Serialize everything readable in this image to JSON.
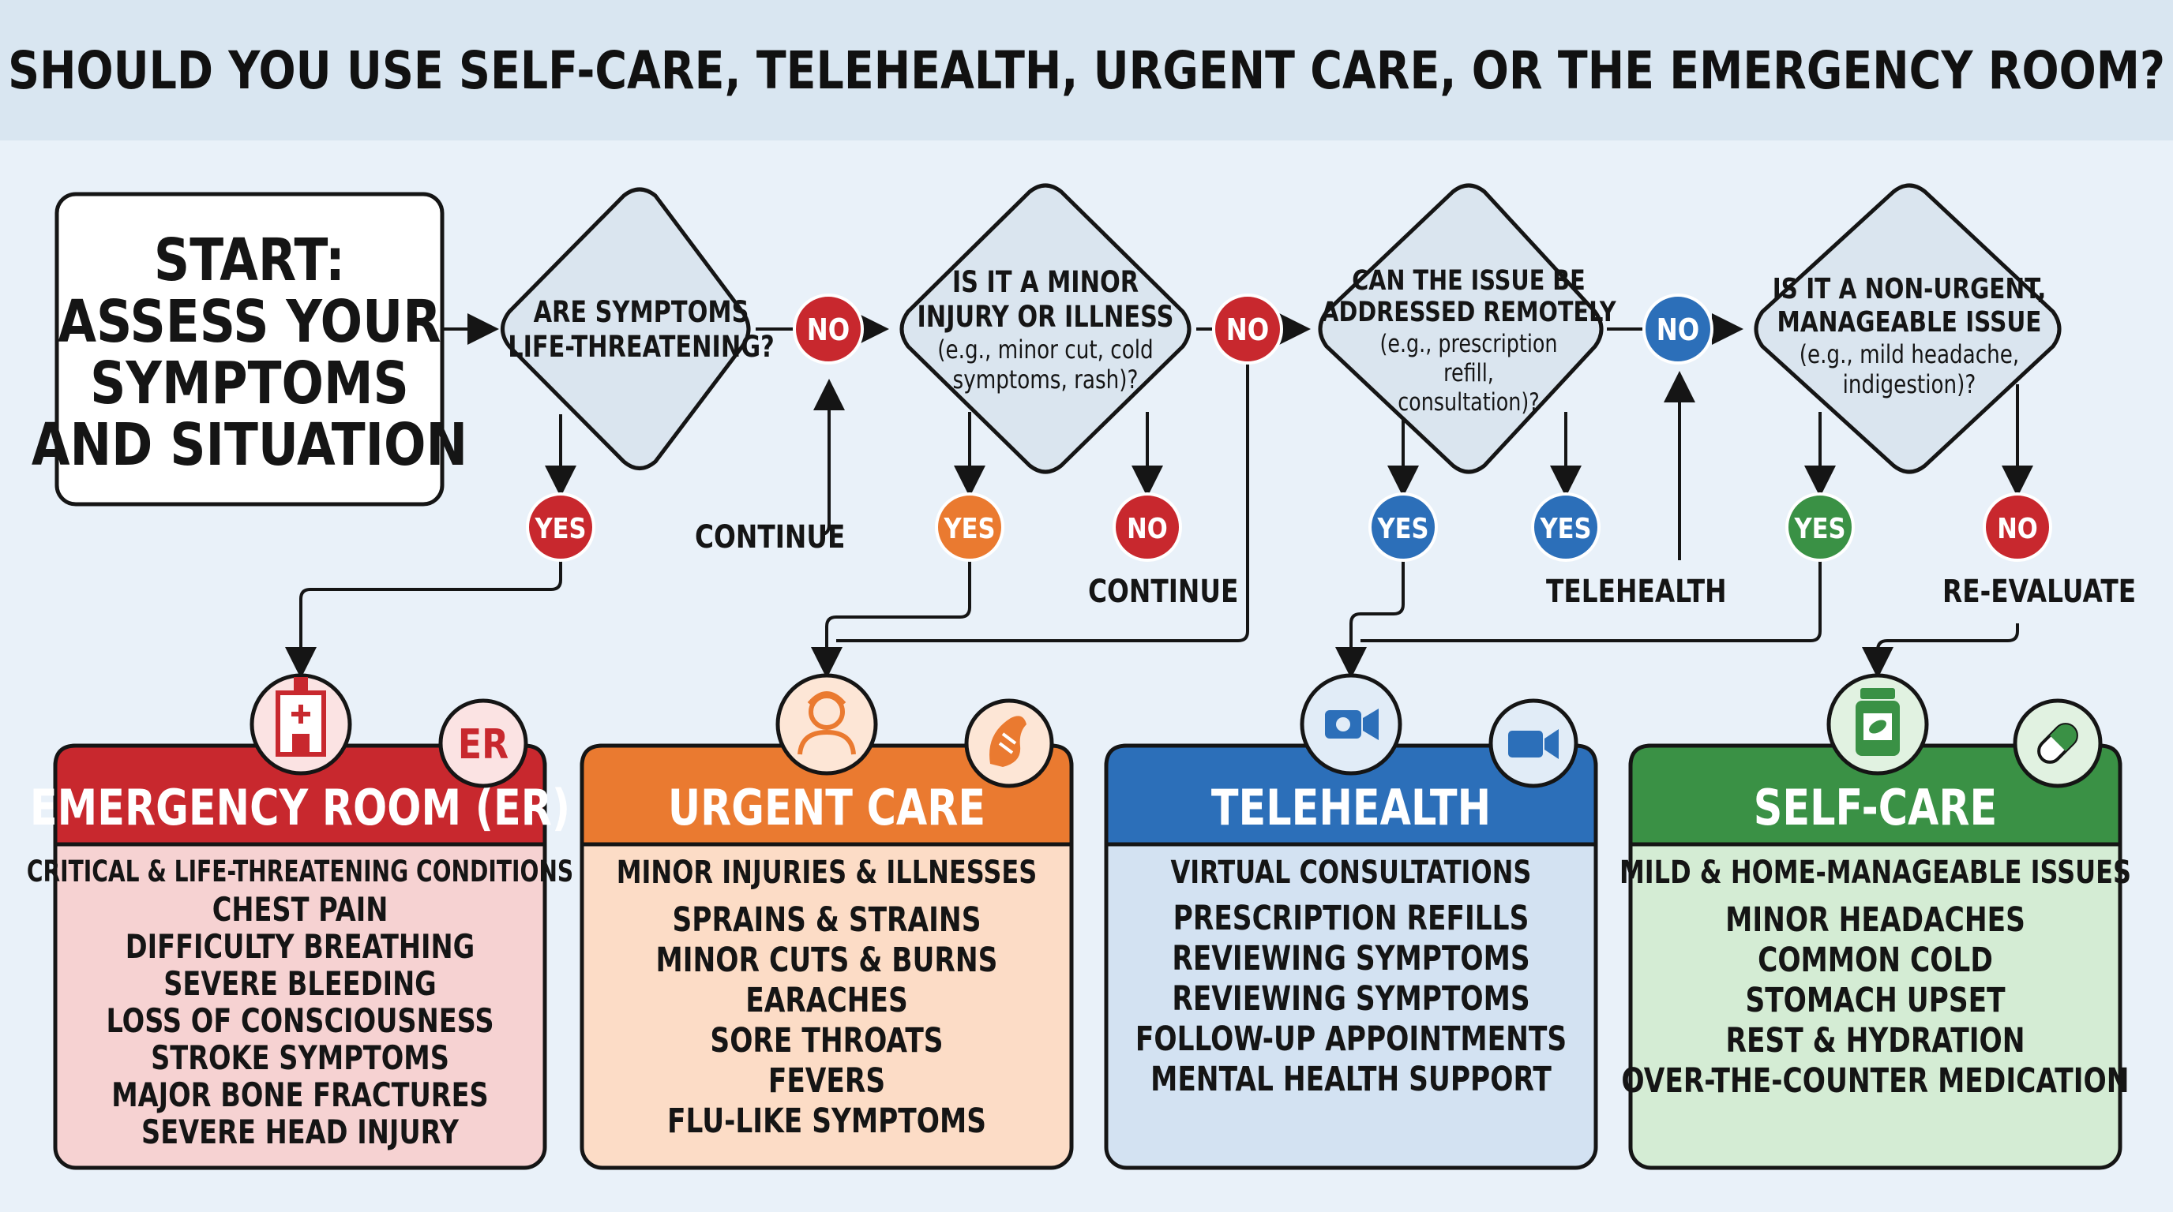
{
  "title": "SHOULD YOU USE SELF-CARE, TELEHEALTH, URGENT CARE, OR THE EMERGENCY ROOM?",
  "start": {
    "lines": [
      "START:",
      "ASSESS YOUR",
      "SYMPTOMS",
      "AND SITUATION"
    ]
  },
  "decisions": [
    {
      "lines": [
        "ARE SYMPTOMS",
        "LIFE-THREATENING?"
      ]
    },
    {
      "lines": [
        "IS IT A MINOR",
        "INJURY OR ILLNESS",
        "(e.g., minor cut, cold",
        "symptoms, rash)?"
      ]
    },
    {
      "lines": [
        "CAN THE ISSUE BE",
        "ADDRESSED REMOTELY",
        "(e.g., prescription",
        "refill,",
        "consultation)?"
      ]
    },
    {
      "lines": [
        "IS IT A NON-URGENT,",
        "MANAGEABLE ISSUE",
        "(e.g., mild headache,",
        "indigestion)?"
      ]
    }
  ],
  "labels": {
    "yes": "YES",
    "no": "NO",
    "continue": "CONTINUE",
    "telehealth": "TELEHEALTH",
    "reevaluate": "RE-EVALUATE",
    "er_badge": "ER"
  },
  "outcomes": [
    {
      "heading": "EMERGENCY ROOM (ER)",
      "subheading": "CRITICAL & LIFE-THREATENING CONDITIONS",
      "items": [
        "CHEST PAIN",
        "DIFFICULTY BREATHING",
        "SEVERE BLEEDING",
        "LOSS OF CONSCIOUSNESS",
        "STROKE SYMPTOMS",
        "MAJOR BONE FRACTURES",
        "SEVERE HEAD INJURY"
      ]
    },
    {
      "heading": "URGENT CARE",
      "subheading": "MINOR INJURIES & ILLNESSES",
      "items": [
        "SPRAINS & STRAINS",
        "MINOR CUTS & BURNS",
        "EARACHES",
        "SORE THROATS",
        "FEVERS",
        "FLU-LIKE SYMPTOMS"
      ]
    },
    {
      "heading": "TELEHEALTH",
      "subheading": "VIRTUAL CONSULTATIONS",
      "items": [
        "PRESCRIPTION REFILLS",
        "REVIEWING SYMPTOMS",
        "REVIEWING SYMPTOMS",
        "FOLLOW-UP APPOINTMENTS",
        "MENTAL HEALTH SUPPORT"
      ]
    },
    {
      "heading": "SELF-CARE",
      "subheading": "MILD & HOME-MANAGEABLE ISSUES",
      "items": [
        "MINOR HEADACHES",
        "COMMON COLD",
        "STOMACH UPSET",
        "REST & HYDRATION",
        "OVER-THE-COUNTER MEDICATION"
      ]
    }
  ],
  "colors": {
    "red": "#c8282e",
    "orange": "#ea7a30",
    "blue": "#2c6fb9",
    "green": "#3a9145",
    "red_light": "#f6d2d2",
    "orange_light": "#fcdcc6",
    "blue_light": "#d3e2f2",
    "green_light": "#d4ecd4",
    "diamond_fill": "#dae5ef"
  }
}
